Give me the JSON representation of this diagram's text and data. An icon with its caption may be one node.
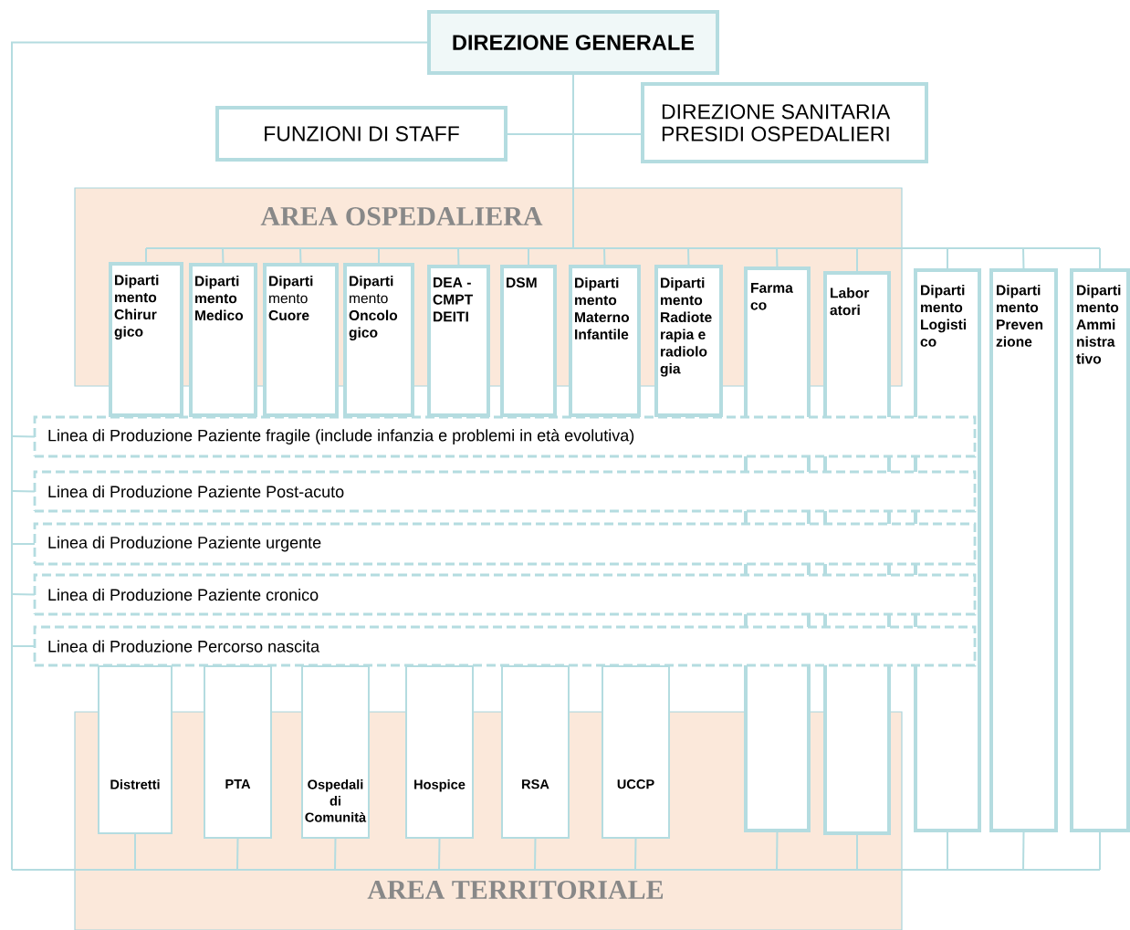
{
  "diagram": {
    "nodes": [
      {
        "text": [
          "DIREZIONE GENERALE"
        ]
      },
      {
        "text": [
          "FUNZIONI DI STAFF"
        ]
      },
      {
        "text": [
          "DIREZIONE SANITARIA PRESIDI OSPEDALIERI"
        ]
      },
      {
        "text": [
          "Diparti mento Chirur gico"
        ]
      },
      {
        "text": [
          "Diparti mento Medico"
        ]
      },
      {
        "text": [
          "**Diparti** mento **Cuore**"
        ]
      },
      {
        "text": [
          "**Diparti** mento **Oncolo gico**"
        ]
      },
      {
        "text": [
          "DEA - CMPT DEITI"
        ]
      },
      {
        "text": [
          "DSM"
        ]
      },
      {
        "text": [
          "Diparti mento Materno Infantile"
        ]
      },
      {
        "text": [
          "Diparti mento Radiote rapia e radiolo gia"
        ]
      },
      {
        "text": [
          "Farma co"
        ]
      },
      {
        "text": [
          "Labor atori"
        ]
      },
      {
        "text": [
          "Diparti mento Logisti co"
        ]
      },
      {
        "text": [
          "Diparti mento Preven zione"
        ]
      },
      {
        "text": [
          "Diparti mento Ammi nistra tivo"
        ]
      },
      {
        "text": [
          "Linea di Produzione Paziente fragile (include infanzia e problemi in età evolutiva)"
        ]
      },
      {
        "text": [
          "Linea di Produzione Paziente Post-acuto"
        ]
      },
      {
        "text": [
          "Linea di Produzione Paziente urgente"
        ]
      },
      {
        "text": [
          "Linea di Produzione Paziente cronico"
        ]
      },
      {
        "text": [
          "Linea di Produzione Percorso nascita"
        ]
      },
      {
        "text": [
          "Distretti"
        ]
      },
      {
        "text": [
          "PTA"
        ]
      },
      {
        "text": [
          "Ospedali di Comunità"
        ]
      },
      {
        "text": [
          "Hospice"
        ]
      },
      {
        "text": [
          "RSA"
        ]
      },
      {
        "text": [
          "UCCP"
        ]
      }
    ],
    "edges": [
      {
        "from": 0,
        "to": 1,
        "arrow": "none"
      },
      {
        "from": 0,
        "to": 2,
        "arrow": "none"
      },
      {
        "from": 0,
        "to": 3,
        "arrow": "none"
      },
      {
        "from": 0,
        "to": 4,
        "arrow": "none"
      },
      {
        "from": 0,
        "to": 5,
        "arrow": "none"
      },
      {
        "from": 0,
        "to": 6,
        "arrow": "none"
      },
      {
        "from": 0,
        "to": 7,
        "arrow": "none"
      },
      {
        "from": 0,
        "to": 8,
        "arrow": "none"
      },
      {
        "from": 0,
        "to": 9,
        "arrow": "none"
      },
      {
        "from": 0,
        "to": 10,
        "arrow": "none"
      },
      {
        "from": 0,
        "to": 11,
        "arrow": "none"
      },
      {
        "from": 0,
        "to": 12,
        "arrow": "none"
      },
      {
        "from": 0,
        "to": 13,
        "arrow": "none"
      },
      {
        "from": 0,
        "to": 14,
        "arrow": "none"
      },
      {
        "from": 0,
        "to": 15,
        "arrow": "none"
      },
      {
        "from": 0,
        "to": 16,
        "arrow": "none"
      },
      {
        "from": 0,
        "to": 17,
        "arrow": "none"
      },
      {
        "from": 0,
        "to": 18,
        "arrow": "none"
      },
      {
        "from": 0,
        "to": 19,
        "arrow": "none"
      },
      {
        "from": 0,
        "to": 20,
        "arrow": "none"
      },
      {
        "from": 0,
        "to": 21,
        "arrow": "none"
      },
      {
        "from": 0,
        "to": 22,
        "arrow": "none"
      },
      {
        "from": 0,
        "to": 23,
        "arrow": "none"
      },
      {
        "from": 0,
        "to": 24,
        "arrow": "none"
      },
      {
        "from": 0,
        "to": 25,
        "arrow": "none"
      },
      {
        "from": 0,
        "to": 26,
        "arrow": "none"
      },
      {
        "from": 0,
        "to": 11,
        "arrow": "none"
      },
      {
        "from": 0,
        "to": 12,
        "arrow": "none"
      },
      {
        "from": 0,
        "to": 13,
        "arrow": "none"
      },
      {
        "from": 0,
        "to": 14,
        "arrow": "none"
      },
      {
        "from": 0,
        "to": 15,
        "arrow": "none"
      }
    ],
    "labels": [
      "AREA OSPEDALIERA",
      "AREA TERRITORIALE"
    ]
  }
}
